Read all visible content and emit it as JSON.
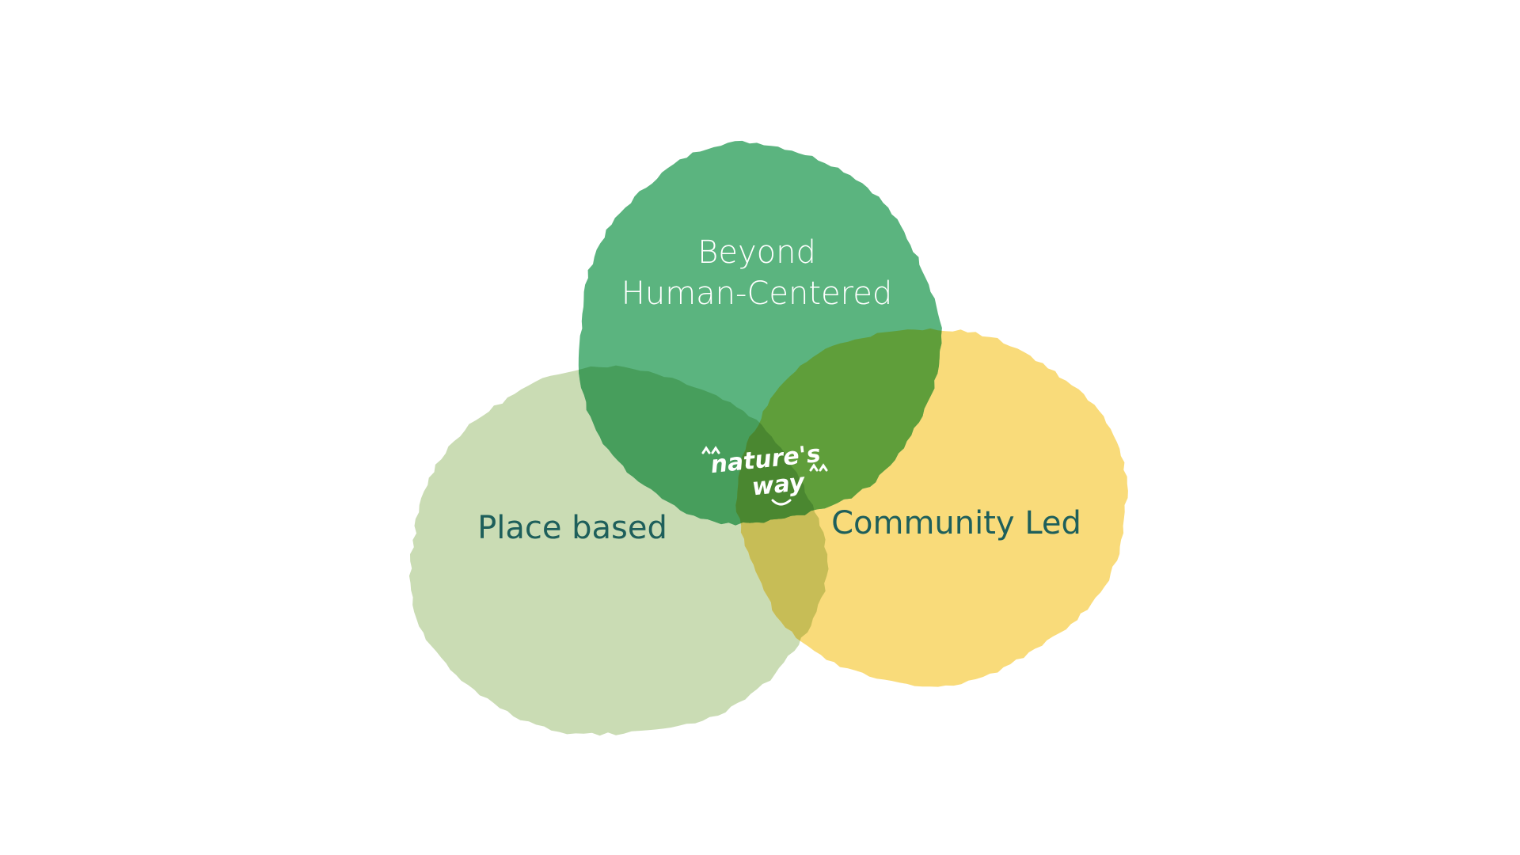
{
  "diagram": {
    "type": "venn",
    "sets": [
      {
        "id": "top",
        "label_lines": [
          "Beyond",
          "Human-Centered"
        ],
        "color": "#5bb47f"
      },
      {
        "id": "left",
        "label": "Place based",
        "color": "#cadcb4"
      },
      {
        "id": "right",
        "label": "Community Led",
        "color": "#f9db7a"
      }
    ],
    "center_logo": {
      "line1": "nature's",
      "line2": "way",
      "color": "#ffffff"
    },
    "label_colors": {
      "light": "#ffffff",
      "dark": "#1e5f5b"
    }
  }
}
